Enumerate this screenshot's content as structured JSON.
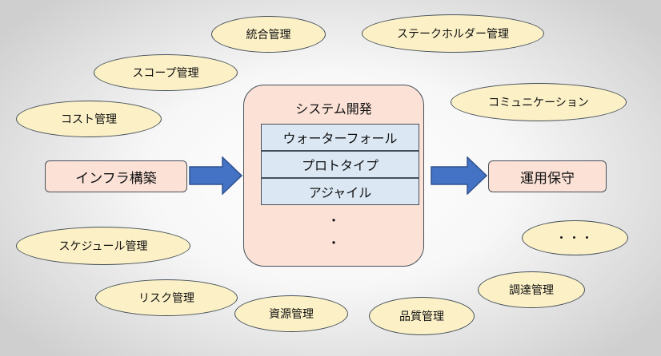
{
  "ovals": {
    "togo": "統合管理",
    "stakeholder": "ステークホルダー管理",
    "scope": "スコープ管理",
    "communication": "コミュニケーション",
    "cost": "コスト管理",
    "schedule": "スケジュール管理",
    "risk": "リスク管理",
    "resource": "資源管理",
    "quality": "品質管理",
    "procurement": "調達管理",
    "more": "・・・"
  },
  "infra": "インフラ構築",
  "maintenance": "運用保守",
  "system": {
    "title": "システム開発",
    "methods": [
      "ウォーターフォール",
      "プロトタイプ",
      "アジャイル"
    ],
    "dots": [
      "・",
      "・"
    ]
  },
  "colors": {
    "oval_fill": "#fbf0c6",
    "box_fill": "#fbe1d6",
    "method_fill": "#dbe8f4",
    "arrow_fill": "#4472c4"
  }
}
